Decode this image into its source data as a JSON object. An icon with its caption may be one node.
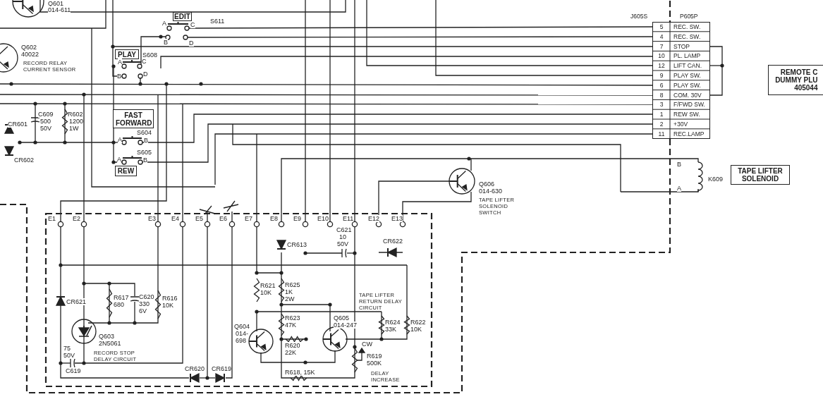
{
  "diagram": {
    "nodes": [
      {
        "text": [
          "EDIT"
        ]
      },
      {
        "text": [
          "PLAY"
        ]
      },
      {
        "text": [
          "FAST FORWARD"
        ]
      },
      {
        "text": [
          "REW"
        ]
      },
      {
        "text": [
          "J605S",
          "P605P"
        ]
      },
      {
        "text": [
          "TAPE LIFTER SOLENOID"
        ]
      },
      {
        "text": [
          "REMOTE C DUMMY PLU 405044"
        ]
      }
    ],
    "labels": [
      "Q601",
      "014-611",
      "S611",
      "A",
      "C",
      "B",
      "D",
      "Q602",
      "40022",
      "RECORD RELAY CURRENT SENSOR",
      "S608",
      "A",
      "C",
      "B",
      "D",
      "C609",
      "500",
      "50V",
      "R602",
      "1200",
      "1W",
      "CR601",
      "CR602",
      "S604",
      "A",
      "B",
      "S605",
      "A",
      "B",
      "5",
      "REC. SW.",
      "4",
      "REC. SW.",
      "7",
      "STOP",
      "10",
      "PL. LAMP",
      "12",
      "LIFT CAN.",
      "9",
      "PLAY SW.",
      "6",
      "PLAY SW.",
      "8",
      "COM. 30V",
      "3",
      "F/FWD SW.",
      "1",
      "REW SW.",
      "2",
      "+30V",
      "11",
      "REC.LAMP",
      "B",
      "A",
      "K609",
      "Q606",
      "014-630",
      "TAPE LIFTER SOLENOID SWITCH",
      "E1",
      "E2",
      "E3",
      "E4",
      "E5",
      "E6",
      "E7",
      "E8",
      "E9",
      "E10",
      "E11",
      "E12",
      "E13",
      "CR613",
      "C621",
      "10",
      "50V",
      "CR622",
      "R621",
      "10K",
      "R625",
      "1K",
      "2W",
      "CR621",
      "R617",
      "680",
      "C620",
      "330",
      "6V",
      "R616",
      "10K",
      "TAPE LIFTER RETURN DELAY CIRCUIT",
      "R623",
      "47K",
      "Q604",
      "014-",
      "698",
      "Q605",
      "014-247",
      "R624",
      "33K",
      "R622",
      "10K",
      "R620",
      "22K",
      "Q603",
      "2N5061",
      "RECORD STOP DELAY CIRCUIT",
      "75",
      "50V",
      "C619",
      "CW",
      "R619",
      "500K",
      "R618, 15K",
      "DELAY INCREASE",
      "CR620",
      "CR619"
    ]
  }
}
